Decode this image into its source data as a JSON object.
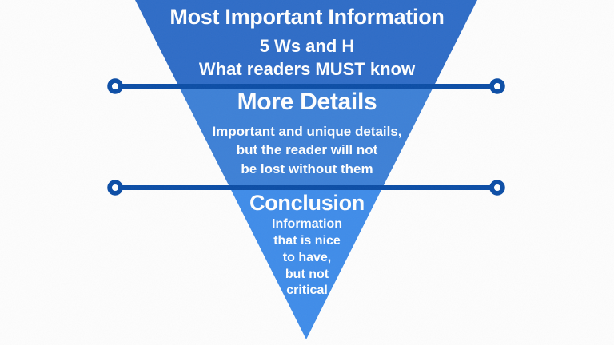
{
  "background_color": "#fdfdfd",
  "pyramid": {
    "text_color": "#ffffff",
    "sections": [
      {
        "name": "most-important-information",
        "heading": "Most Important Information",
        "lines": [
          "5 Ws and H",
          "What readers MUST know"
        ],
        "color": "#2e6cc7"
      },
      {
        "name": "more-details",
        "heading": "More Details",
        "lines": [
          "Important and unique details,",
          "but the reader will not",
          "be lost without them"
        ],
        "color": "#3d80d6"
      },
      {
        "name": "conclusion",
        "heading": "Conclusion",
        "lines": [
          "Information",
          "that is nice",
          "to have,",
          "but not",
          "critical"
        ],
        "color": "#3f8ce9"
      }
    ]
  },
  "dividers": {
    "color": "#0b4da6",
    "endpoint_fill": "#ffffff"
  }
}
